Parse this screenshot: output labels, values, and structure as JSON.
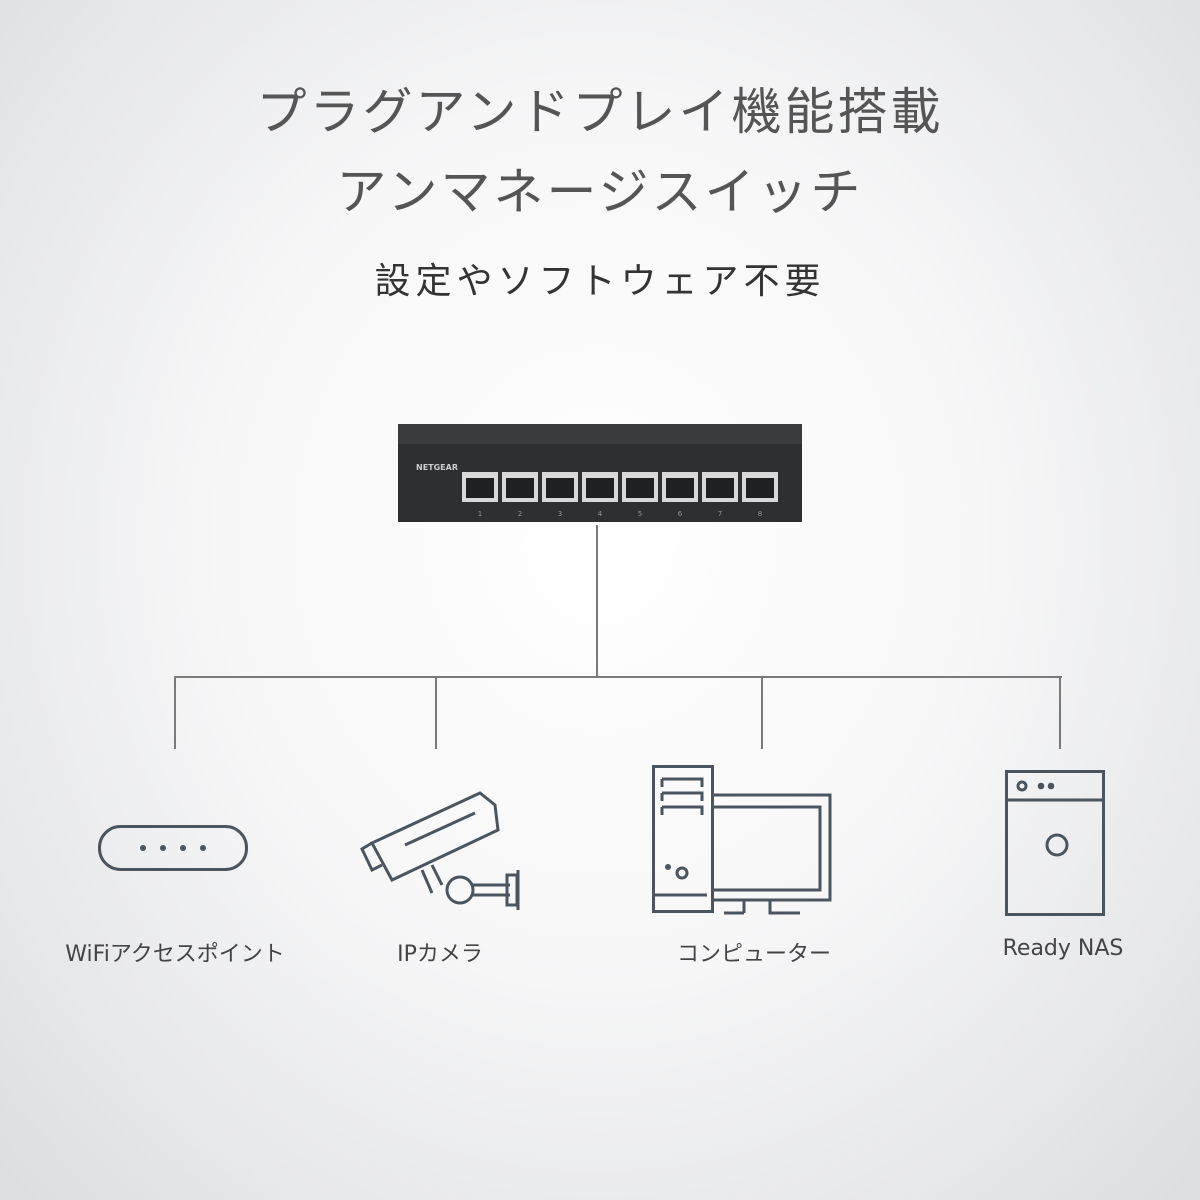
{
  "header": {
    "title_line1": "プラグアンドプレイ機能搭載",
    "title_line2": "アンマネージスイッチ",
    "subtitle": "設定やソフトウェア不要"
  },
  "switch": {
    "brand": "NETGEAR",
    "port_labels": [
      "1",
      "2",
      "3",
      "4",
      "5",
      "6",
      "7",
      "8"
    ]
  },
  "devices": [
    {
      "label": "WiFiアクセスポイント",
      "icon": "wifi-access-point-icon"
    },
    {
      "label": "IPカメラ",
      "icon": "ip-camera-icon"
    },
    {
      "label": "コンピューター",
      "icon": "computer-icon"
    },
    {
      "label": "Ready NAS",
      "icon": "nas-icon"
    }
  ],
  "colors": {
    "icon": "#4a5560",
    "line": "#7a7a7a",
    "switch_body": "#2e2f30"
  }
}
